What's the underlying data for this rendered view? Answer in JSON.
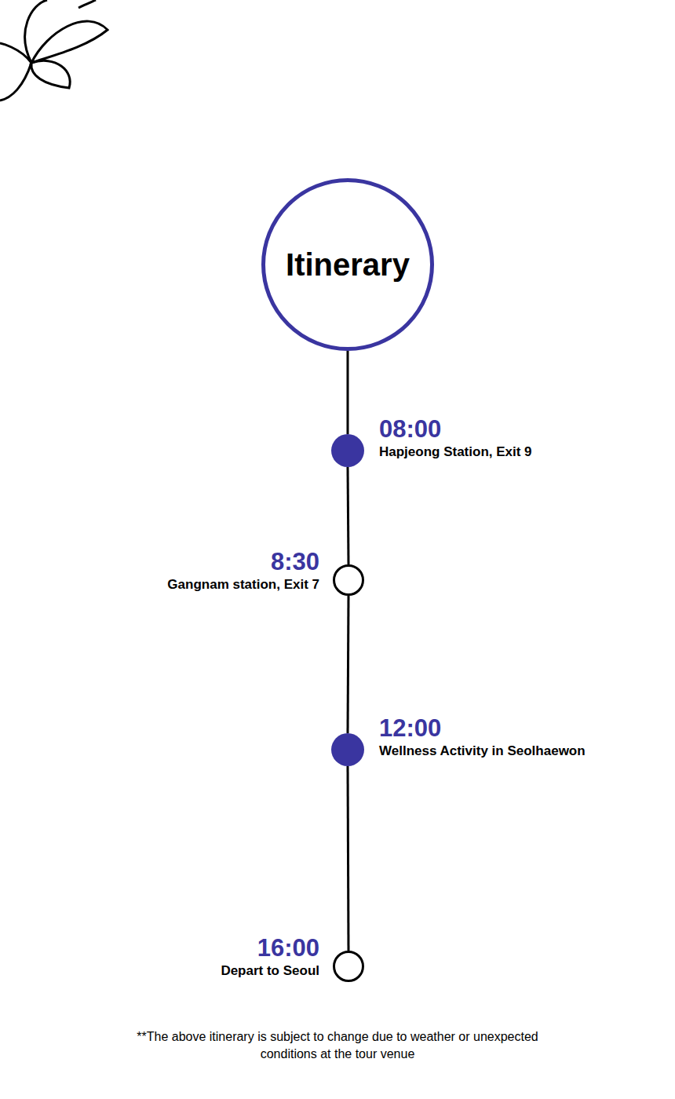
{
  "diagram": {
    "nodes": [
      {
        "text": [
          "Itinerary"
        ]
      },
      {
        "text": [
          "08:00",
          "Hapjeong Station, Exit 9"
        ]
      },
      {
        "text": [
          "8:30",
          "Gangnam station, Exit 7"
        ]
      },
      {
        "text": [
          "12:00",
          "Wellness Activity in Seolhaewon"
        ]
      },
      {
        "text": [
          "16:00",
          "Depart to Seoul"
        ]
      }
    ],
    "edges": [
      {
        "from": 0,
        "to": 1,
        "arrow": "none"
      },
      {
        "from": 1,
        "to": 2,
        "arrow": "none"
      },
      {
        "from": 2,
        "to": 3,
        "arrow": "none"
      },
      {
        "from": 3,
        "to": 4,
        "arrow": "none"
      }
    ],
    "labels": [
      "**The above itinerary is subject to change due to weather or unexpected conditions at the tour venue"
    ]
  }
}
